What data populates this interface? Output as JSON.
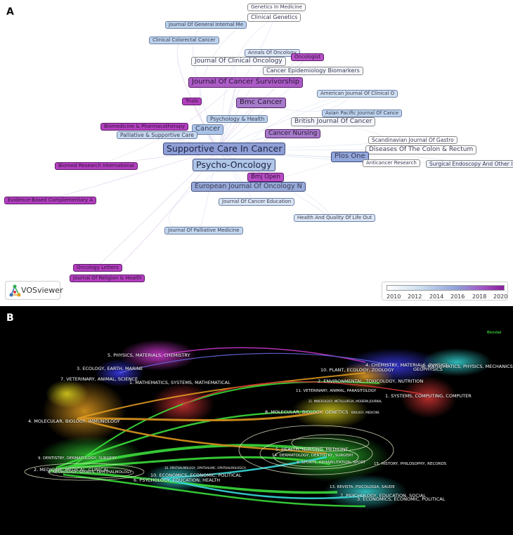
{
  "panel_a": {
    "letter": "A",
    "logo_text": "VOSviewer",
    "legend_ticks": [
      "2010",
      "2012",
      "2014",
      "2016",
      "2018",
      "2020"
    ],
    "nodes": [
      {
        "label": "Genetics In Medicine",
        "color": "#ffffff"
      },
      {
        "label": "Clinical Genetics",
        "color": "#ffffff"
      },
      {
        "label": "Journal Of General Internal Me",
        "color": "#bcd2ea"
      },
      {
        "label": "Clinical Colorectal Cancer",
        "color": "#bcd2ea"
      },
      {
        "label": "Annals Of Oncology",
        "color": "#dde8f4"
      },
      {
        "label": "Oncologist",
        "color": "#b652c6"
      },
      {
        "label": "Journal Of Clinical Oncology",
        "color": "#f6f8fb"
      },
      {
        "label": "Cancer Epidemiology Biomarkers",
        "color": "#f4f6fa"
      },
      {
        "label": "Journal Of Cancer Survivorship",
        "color": "#ab5cc6"
      },
      {
        "label": "American Journal Of Clinical O",
        "color": "#cfe0f1"
      },
      {
        "label": "Trials",
        "color": "#b33fbf"
      },
      {
        "label": "Bmc Cancer",
        "color": "#a57cc9"
      },
      {
        "label": "Asian Pacific Journal Of Cance",
        "color": "#bdd4eb"
      },
      {
        "label": "Psychology & Health",
        "color": "#bcd2ea"
      },
      {
        "label": "British Journal Of Cancer",
        "color": "#f4f6fa"
      },
      {
        "label": "Biomedicine & Pharmacotherapy",
        "color": "#b33fbf"
      },
      {
        "label": "Cancer",
        "color": "#a9c3e6"
      },
      {
        "label": "Palliative & Supportive Care",
        "color": "#c7d9ee"
      },
      {
        "label": "Cancer Nursing",
        "color": "#a57cc9"
      },
      {
        "label": "Scandinavian Journal Of Gastro",
        "color": "#ffffff"
      },
      {
        "label": "Supportive Care In Cancer",
        "color": "#8f9fd6"
      },
      {
        "label": "Diseases Of The Colon & Rectum",
        "color": "#ffffff"
      },
      {
        "label": "Plos One",
        "color": "#92a6da"
      },
      {
        "label": "Anticancer Research",
        "color": "#ffffff"
      },
      {
        "label": "Surgical Endoscopy And Other I",
        "color": "#eef3f9"
      },
      {
        "label": "Psycho-Oncology",
        "color": "#afc6e8"
      },
      {
        "label": "Biomed Research International",
        "color": "#b33fbf"
      },
      {
        "label": "Bmj Open",
        "color": "#b84cc4"
      },
      {
        "label": "European Journal Of Oncology N",
        "color": "#98abd9"
      },
      {
        "label": "Evidence-Based Complementary A",
        "color": "#b33fbf"
      },
      {
        "label": "Journal Of Cancer Education",
        "color": "#dae6f3"
      },
      {
        "label": "Health And Quality Of Life Out",
        "color": "#dde8f4"
      },
      {
        "label": "Journal Of Palliative Medicine",
        "color": "#c4d8ee"
      },
      {
        "label": "Oncology Letters",
        "color": "#b33fbf"
      },
      {
        "label": "Journal Of Religion & Health",
        "color": "#b33fbf"
      }
    ]
  },
  "panel_b": {
    "letter": "B",
    "algorithm_label": "Blondel",
    "clusters": [
      {
        "label": "5. PHYSICS, MATERIALS, CHEMISTRY",
        "color": "#c23ad0"
      },
      {
        "label": "3. ECOLOGY, EARTH, MARINE",
        "color": "#3a3ad8"
      },
      {
        "label": "7. VETERINARY, ANIMAL, SCIENCE",
        "color": "#3ad8d8"
      },
      {
        "label": "1. MATHEMATICS, SYSTEMS, MATHEMATICAL",
        "color": "#d83a3a"
      },
      {
        "label": "4. MOLECULAR, BIOLOGY, IMMUNOLOGY",
        "color": "#e0a020"
      },
      {
        "label": "9. DENTISTRY, DERMATOLOGY, SURGERY",
        "color": "#a0a0a0"
      },
      {
        "label": "2. MEDICINE, MEDICAL, CLINICAL",
        "color": "#3ad83a"
      },
      {
        "label": "8. NEUROLOGY, SPORTS, OPHTHALMOLOGY",
        "color": "#3ad83a"
      },
      {
        "label": "16. OPHTHALMOLOGY, OPHTHALMIC, OPHTHALMOLOGICA",
        "color": "#3ad83a"
      },
      {
        "label": "10. ECONOMICS, ECONOMIC, POLITICAL",
        "color": "#3ad8d8"
      },
      {
        "label": "6. PSYCHOLOGY, EDUCATION, HEALTH",
        "color": "#3ad8d8"
      },
      {
        "label": "4. CHEMISTRY, MATERIALS, PHYSICS",
        "color": "#c23ad0"
      },
      {
        "label": "10. PLANT, ECOLOGY, ZOOLOGY",
        "color": "#3a3ad8"
      },
      {
        "label": "8. MATHEMATICS, PHYSICS, MECHANICS",
        "color": "#3ad8d8"
      },
      {
        "label": "2. ENVIRONMENTAL, TOXICOLOGY, NUTRITION",
        "color": "#3a3ad8"
      },
      {
        "label": "GEOPHYSICS",
        "color": "#3a3ad8"
      },
      {
        "label": "11. VETERINARY, ANIMAL, PARASITOLOGY",
        "color": "#3ad8d8"
      },
      {
        "label": "1. SYSTEMS, COMPUTING, COMPUTER",
        "color": "#d83a3a"
      },
      {
        "label": "21. MINEROLOGY, METALLURGIA, MODERN JOURNAL",
        "color": "#a0a0a0"
      },
      {
        "label": "8. MOLECULAR, BIOLOGY, GENETICS",
        "color": "#e0a020"
      },
      {
        "label": "BIOLOGY, MEDICINE",
        "color": "#e0a020"
      },
      {
        "label": "5. HEALTH, NURSING, MEDICINE",
        "color": "#3ad83a"
      },
      {
        "label": "14. DERMATOLOGY, DENTISTRY, SURGERY",
        "color": "#3ad83a"
      },
      {
        "label": "9. SPORTS, REHABILITATION, SPORT",
        "color": "#3ad83a"
      },
      {
        "label": "15. HISTORY, PHILOSOPHY, RECORDS",
        "color": "#3ad8d8"
      },
      {
        "label": "13. REVISTA, PSICOLOGIA, SAUDE",
        "color": "#c23ad0"
      },
      {
        "label": "7. PSYCHOLOGY, EDUCATION, SOCIAL",
        "color": "#3ad8d8"
      },
      {
        "label": "3. ECONOMICS, ECONOMIC, POLITICAL",
        "color": "#3ad8d8"
      }
    ]
  }
}
